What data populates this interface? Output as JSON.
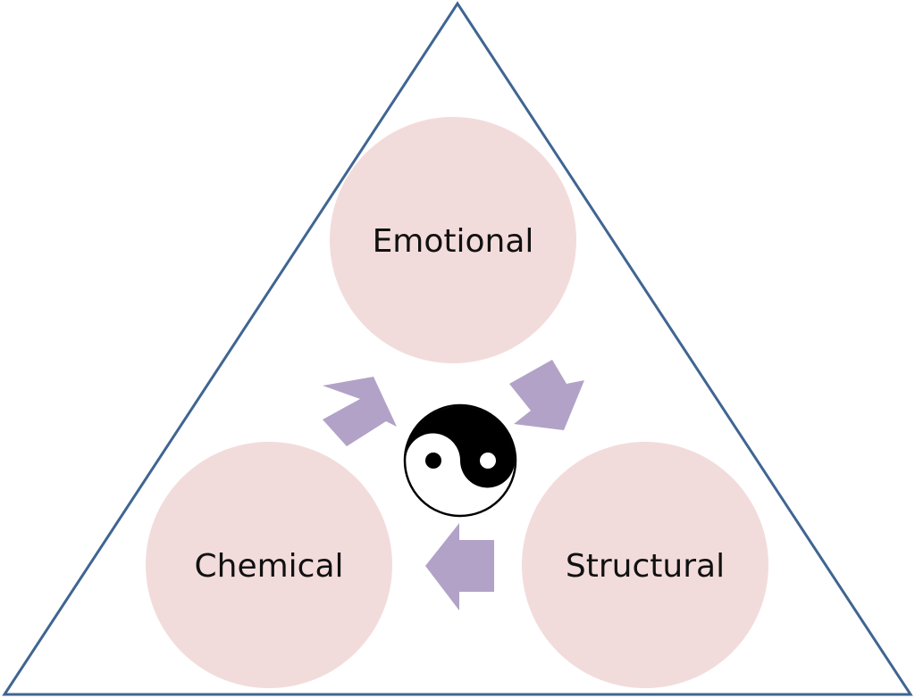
{
  "diagram": {
    "type": "triangle-cycle",
    "colors": {
      "triangle_stroke": "#3f6592",
      "circle_fill": "#f2dcdb",
      "arrow_fill": "#b2a2c7",
      "text": "#111111",
      "yin": "#000000",
      "yang": "#ffffff"
    },
    "nodes": [
      {
        "id": "emotional",
        "label": "Emotional"
      },
      {
        "id": "chemical",
        "label": "Chemical"
      },
      {
        "id": "structural",
        "label": "Structural"
      }
    ],
    "edges": [
      {
        "from": "chemical",
        "to": "emotional"
      },
      {
        "from": "emotional",
        "to": "structural"
      },
      {
        "from": "structural",
        "to": "chemical"
      }
    ],
    "center_icon": "yin-yang-icon"
  }
}
